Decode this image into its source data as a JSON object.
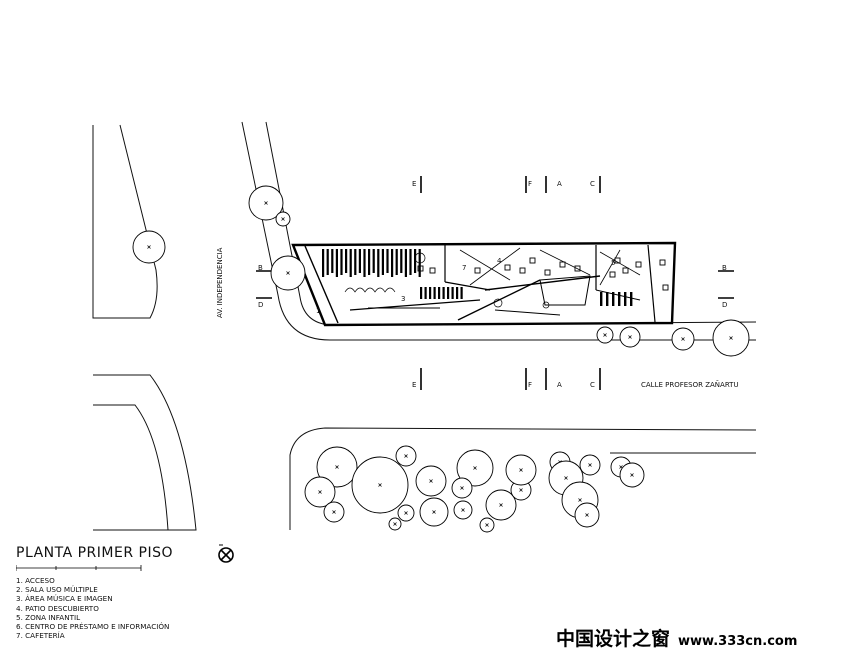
{
  "plan": {
    "title": "PLANTA PRIMER PISO",
    "legend": [
      "1. ACCESO",
      "2. SALA USO MÚLTIPLE",
      "3. ÁREA MÚSICA E IMAGEN",
      "4. PATIO DESCUBIERTO",
      "5. ZONA INFANTIL",
      "6. CENTRO DE PRÉSTAMO E INFORMACIÓN",
      "7. CAFETERÍA"
    ],
    "streets": {
      "avenue": "AV. INDEPENDENCIA",
      "street": "CALLE PROFESOR ZAÑARTU"
    },
    "section_markers": {
      "top": [
        "E",
        "F",
        "A",
        "C"
      ],
      "bottom": [
        "E",
        "F",
        "A",
        "C"
      ],
      "left": [
        "B",
        "D"
      ],
      "right": [
        "B",
        "D"
      ]
    },
    "room_numbers": [
      "1",
      "3",
      "7",
      "4",
      "5"
    ],
    "north_icon": "north-arrow-icon",
    "tree_icon": "tree-icon"
  },
  "watermark": {
    "site_name": "中国设计之窗",
    "url": "www.333cn.com"
  }
}
